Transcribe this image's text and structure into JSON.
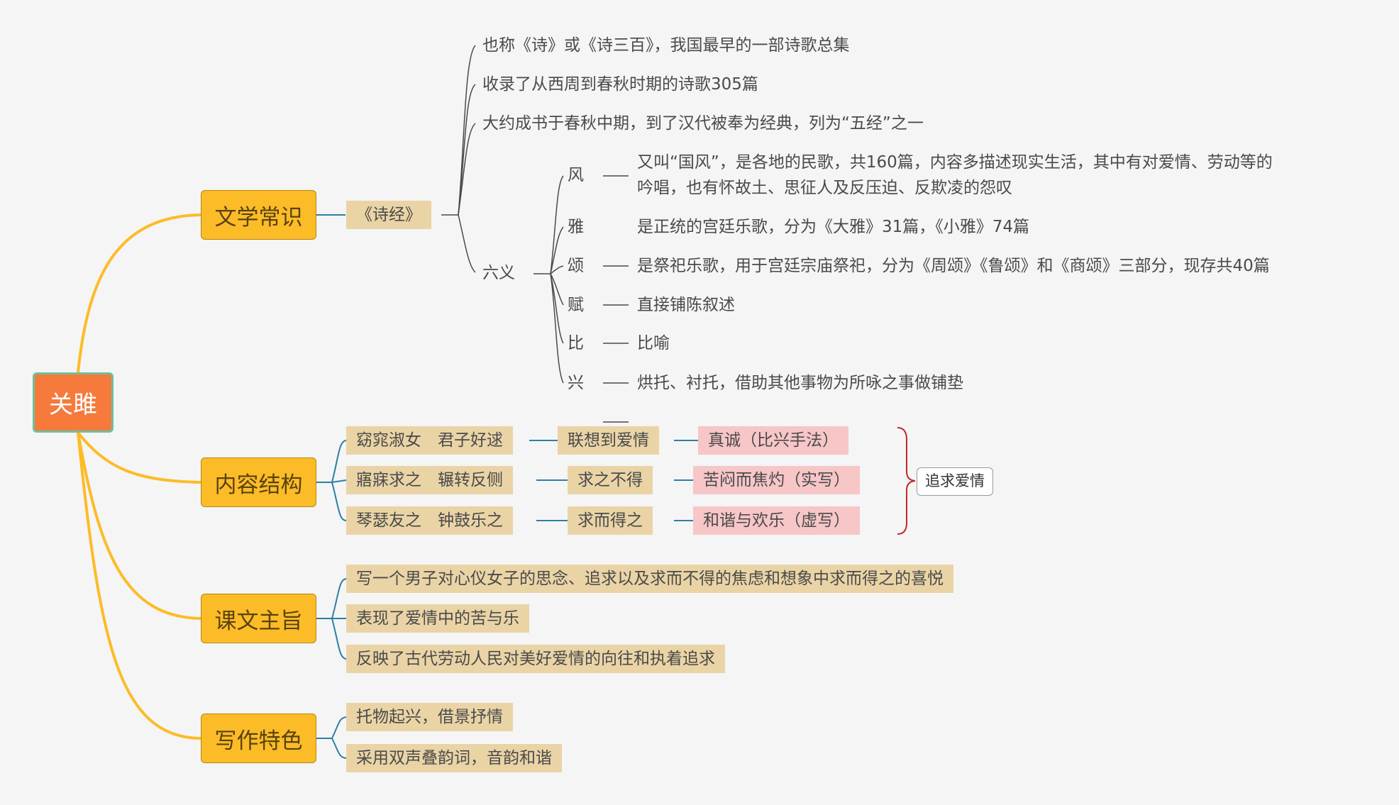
{
  "root": "关雎",
  "colors": {
    "root_fill": "#f57a3c",
    "branch_fill": "#fcbc27",
    "tag_fill": "#ead4a6",
    "pink_fill": "#f7c6c7",
    "curve": "#fcbc27",
    "connector_blue": "#2d7fa6",
    "bracket_red": "#c0282d"
  },
  "b1": {
    "label": "文学常识",
    "sub": "《诗经》",
    "facts": [
      "也称《诗》或《诗三百》，我国最早的一部诗歌总集",
      "收录了从西周到春秋时期的诗歌305篇",
      "大约成书于春秋中期，到了汉代被奉为经典，列为“五经”之一"
    ],
    "liuyi": {
      "label": "六义",
      "items": [
        {
          "ch": "风",
          "desc_line1": "又叫“国风”，是各地的民歌，共160篇，内容多描述现实生活，其中有对爱情、劳动等的",
          "desc_line2": "吟唱，也有怀故土、思征人及反压迫、反欺凌的怨叹"
        },
        {
          "ch": "雅",
          "desc_line1": "是正统的宫廷乐歌，分为《大雅》31篇，《小雅》74篇"
        },
        {
          "ch": "颂",
          "desc_line1": "是祭祀乐歌，用于宫廷宗庙祭祀，分为《周颂》《鲁颂》和《商颂》三部分，现存共40篇"
        },
        {
          "ch": "赋",
          "desc_line1": "直接铺陈叙述"
        },
        {
          "ch": "比",
          "desc_line1": "比喻"
        },
        {
          "ch": "兴",
          "desc_line1": "烘托、衬托，借助其他事物为所咏之事做铺垫"
        }
      ]
    }
  },
  "b2": {
    "label": "内容结构",
    "rows": [
      {
        "verse": "窈窕淑女　君子好逑",
        "mid": "联想到爱情",
        "right": "真诚（比兴手法）"
      },
      {
        "verse": "寤寐求之　辗转反侧",
        "mid": "求之不得",
        "right": "苦闷而焦灼（实写）"
      },
      {
        "verse": "琴瑟友之　钟鼓乐之",
        "mid": "求而得之",
        "right": "和谐与欢乐（虚写）"
      }
    ],
    "summary": "追求爱情"
  },
  "b3": {
    "label": "课文主旨",
    "items": [
      "写一个男子对心仪女子的思念、追求以及求而不得的焦虑和想象中求而得之的喜悦",
      "表现了爱情中的苦与乐",
      "反映了古代劳动人民对美好爱情的向往和执着追求"
    ]
  },
  "b4": {
    "label": "写作特色",
    "items": [
      "托物起兴，借景抒情",
      "采用双声叠韵词，音韵和谐"
    ]
  }
}
